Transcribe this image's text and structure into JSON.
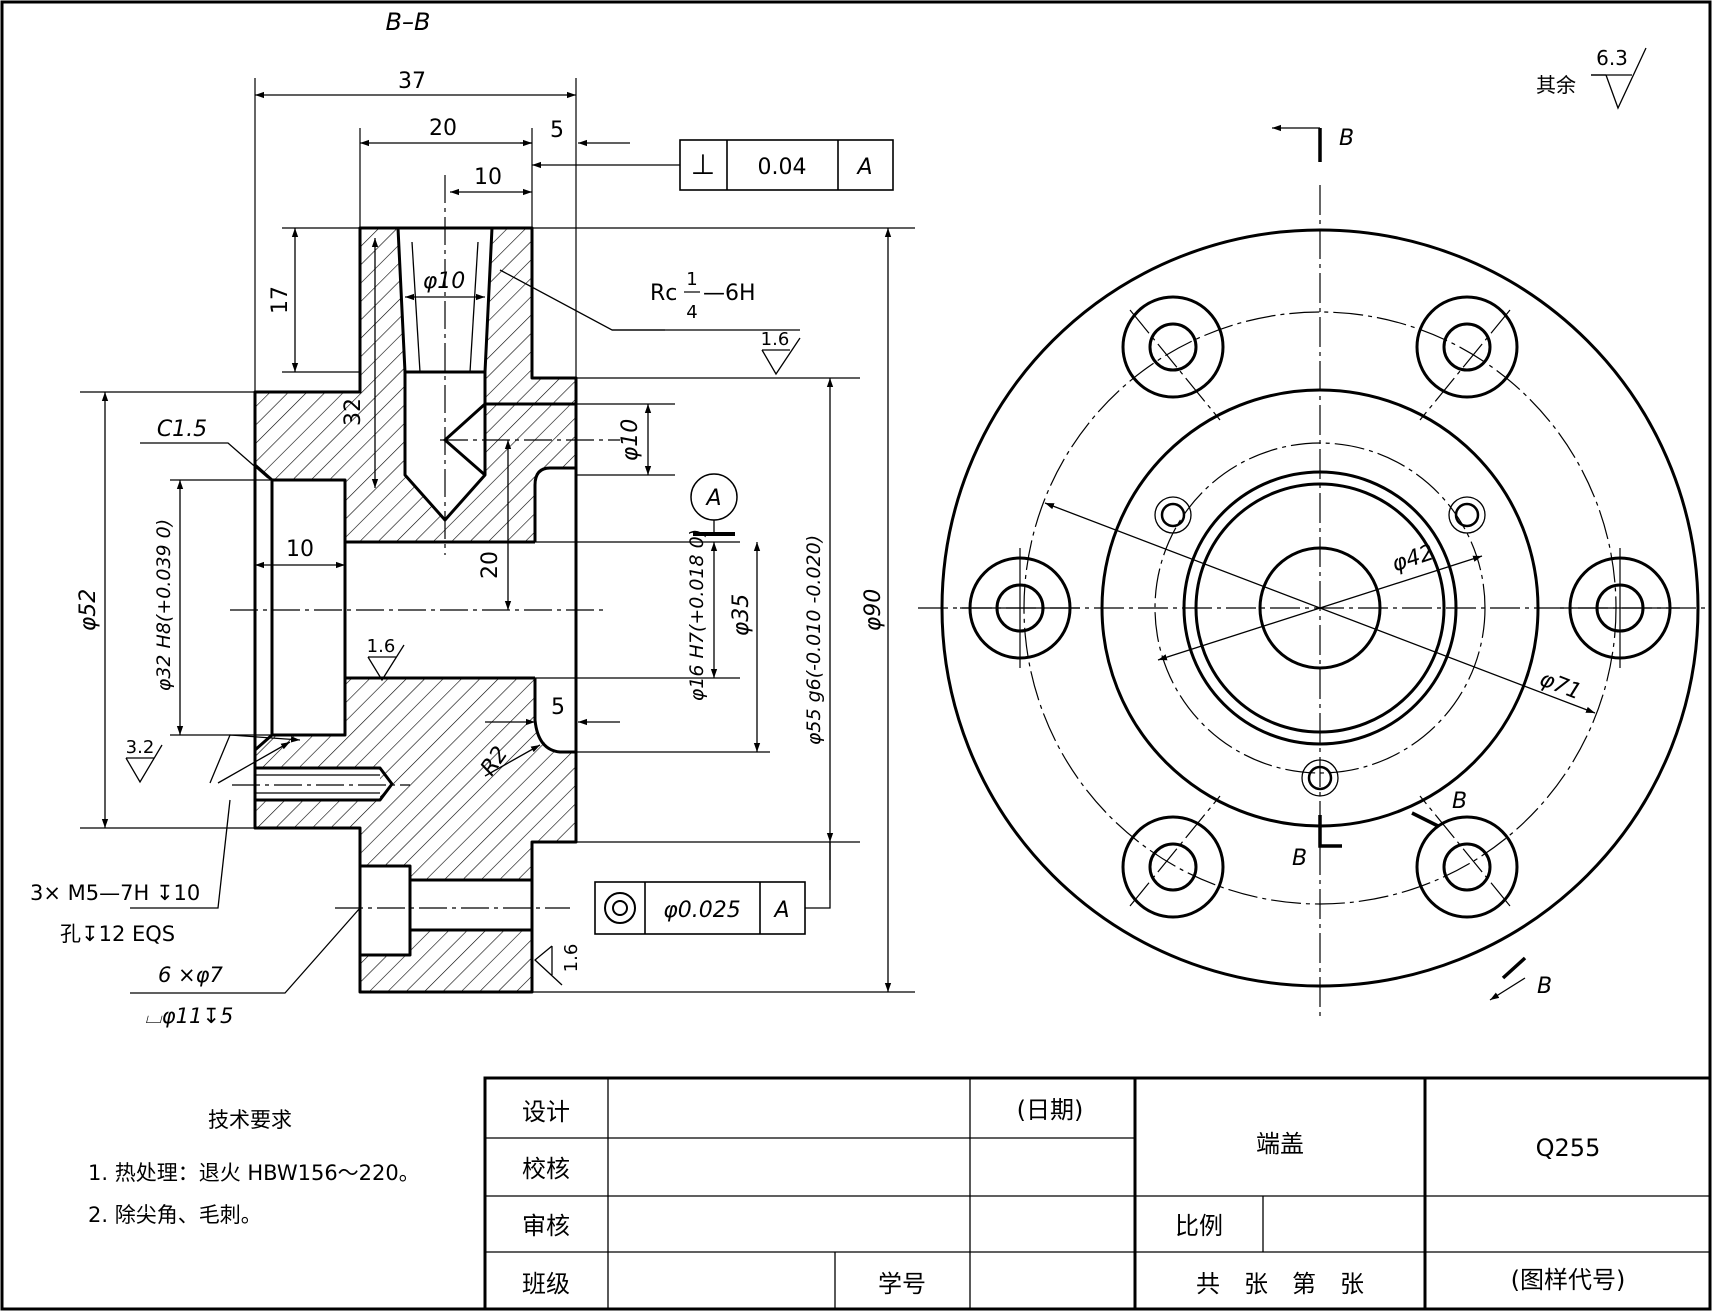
{
  "section_view": {
    "title": "B–B",
    "dims": {
      "d37": "37",
      "d20": "20",
      "d5_top": "5",
      "d10_top": "10",
      "d17": "17",
      "d32": "32",
      "d10_side": "10",
      "d20_v": "20",
      "d35": "φ35",
      "phi10_top": "φ10",
      "phi10_side": "φ10",
      "phi52": "φ52",
      "phi32": "φ32 H8(+0.039 0)",
      "phi16": "φ16 H7(+0.018 0)",
      "phi55": "φ55 g6(-0.010 -0.020)",
      "phi90": "φ90",
      "d5_right": "5",
      "r2": "R2",
      "c15": "C1.5"
    },
    "rc_thread": {
      "prefix": "Rc",
      "num": "1",
      "den": "4",
      "suffix": "—6H"
    },
    "roughness": {
      "r16_a": "1.6",
      "r16_b": "1.6",
      "r16_c": "1.6",
      "r32": "3.2"
    },
    "perpendicularity": {
      "symbol": "⊥",
      "tolerance": "0.04",
      "datum": "A"
    },
    "concentricity": {
      "tolerance": "φ0.025",
      "datum": "A"
    },
    "datum_label": "A",
    "callout_m5": {
      "line1": "3× M5—7H ↧10",
      "line2": "孔↧12 EQS"
    },
    "callout_holes": {
      "line1": "6 ×φ7",
      "line2": "⌴φ11↧5"
    }
  },
  "end_view": {
    "phi42": "φ42",
    "phi71": "φ71",
    "cut_label": "B"
  },
  "surface_finish_other": {
    "label": "其余",
    "value": "6.3"
  },
  "tech_requirements": {
    "title": "技术要求",
    "items": [
      "1. 热处理：退火 HBW156～220。",
      "2. 除尖角、毛刺。"
    ]
  },
  "title_block": {
    "design": "设计",
    "check": "校核",
    "review": "审核",
    "class_label": "班级",
    "student_no": "学号",
    "date": "(日期)",
    "part_name": "端盖",
    "material": "Q255",
    "scale": "比例",
    "sheets": "共　张　第　张",
    "drawing_code": "(图样代号)"
  }
}
